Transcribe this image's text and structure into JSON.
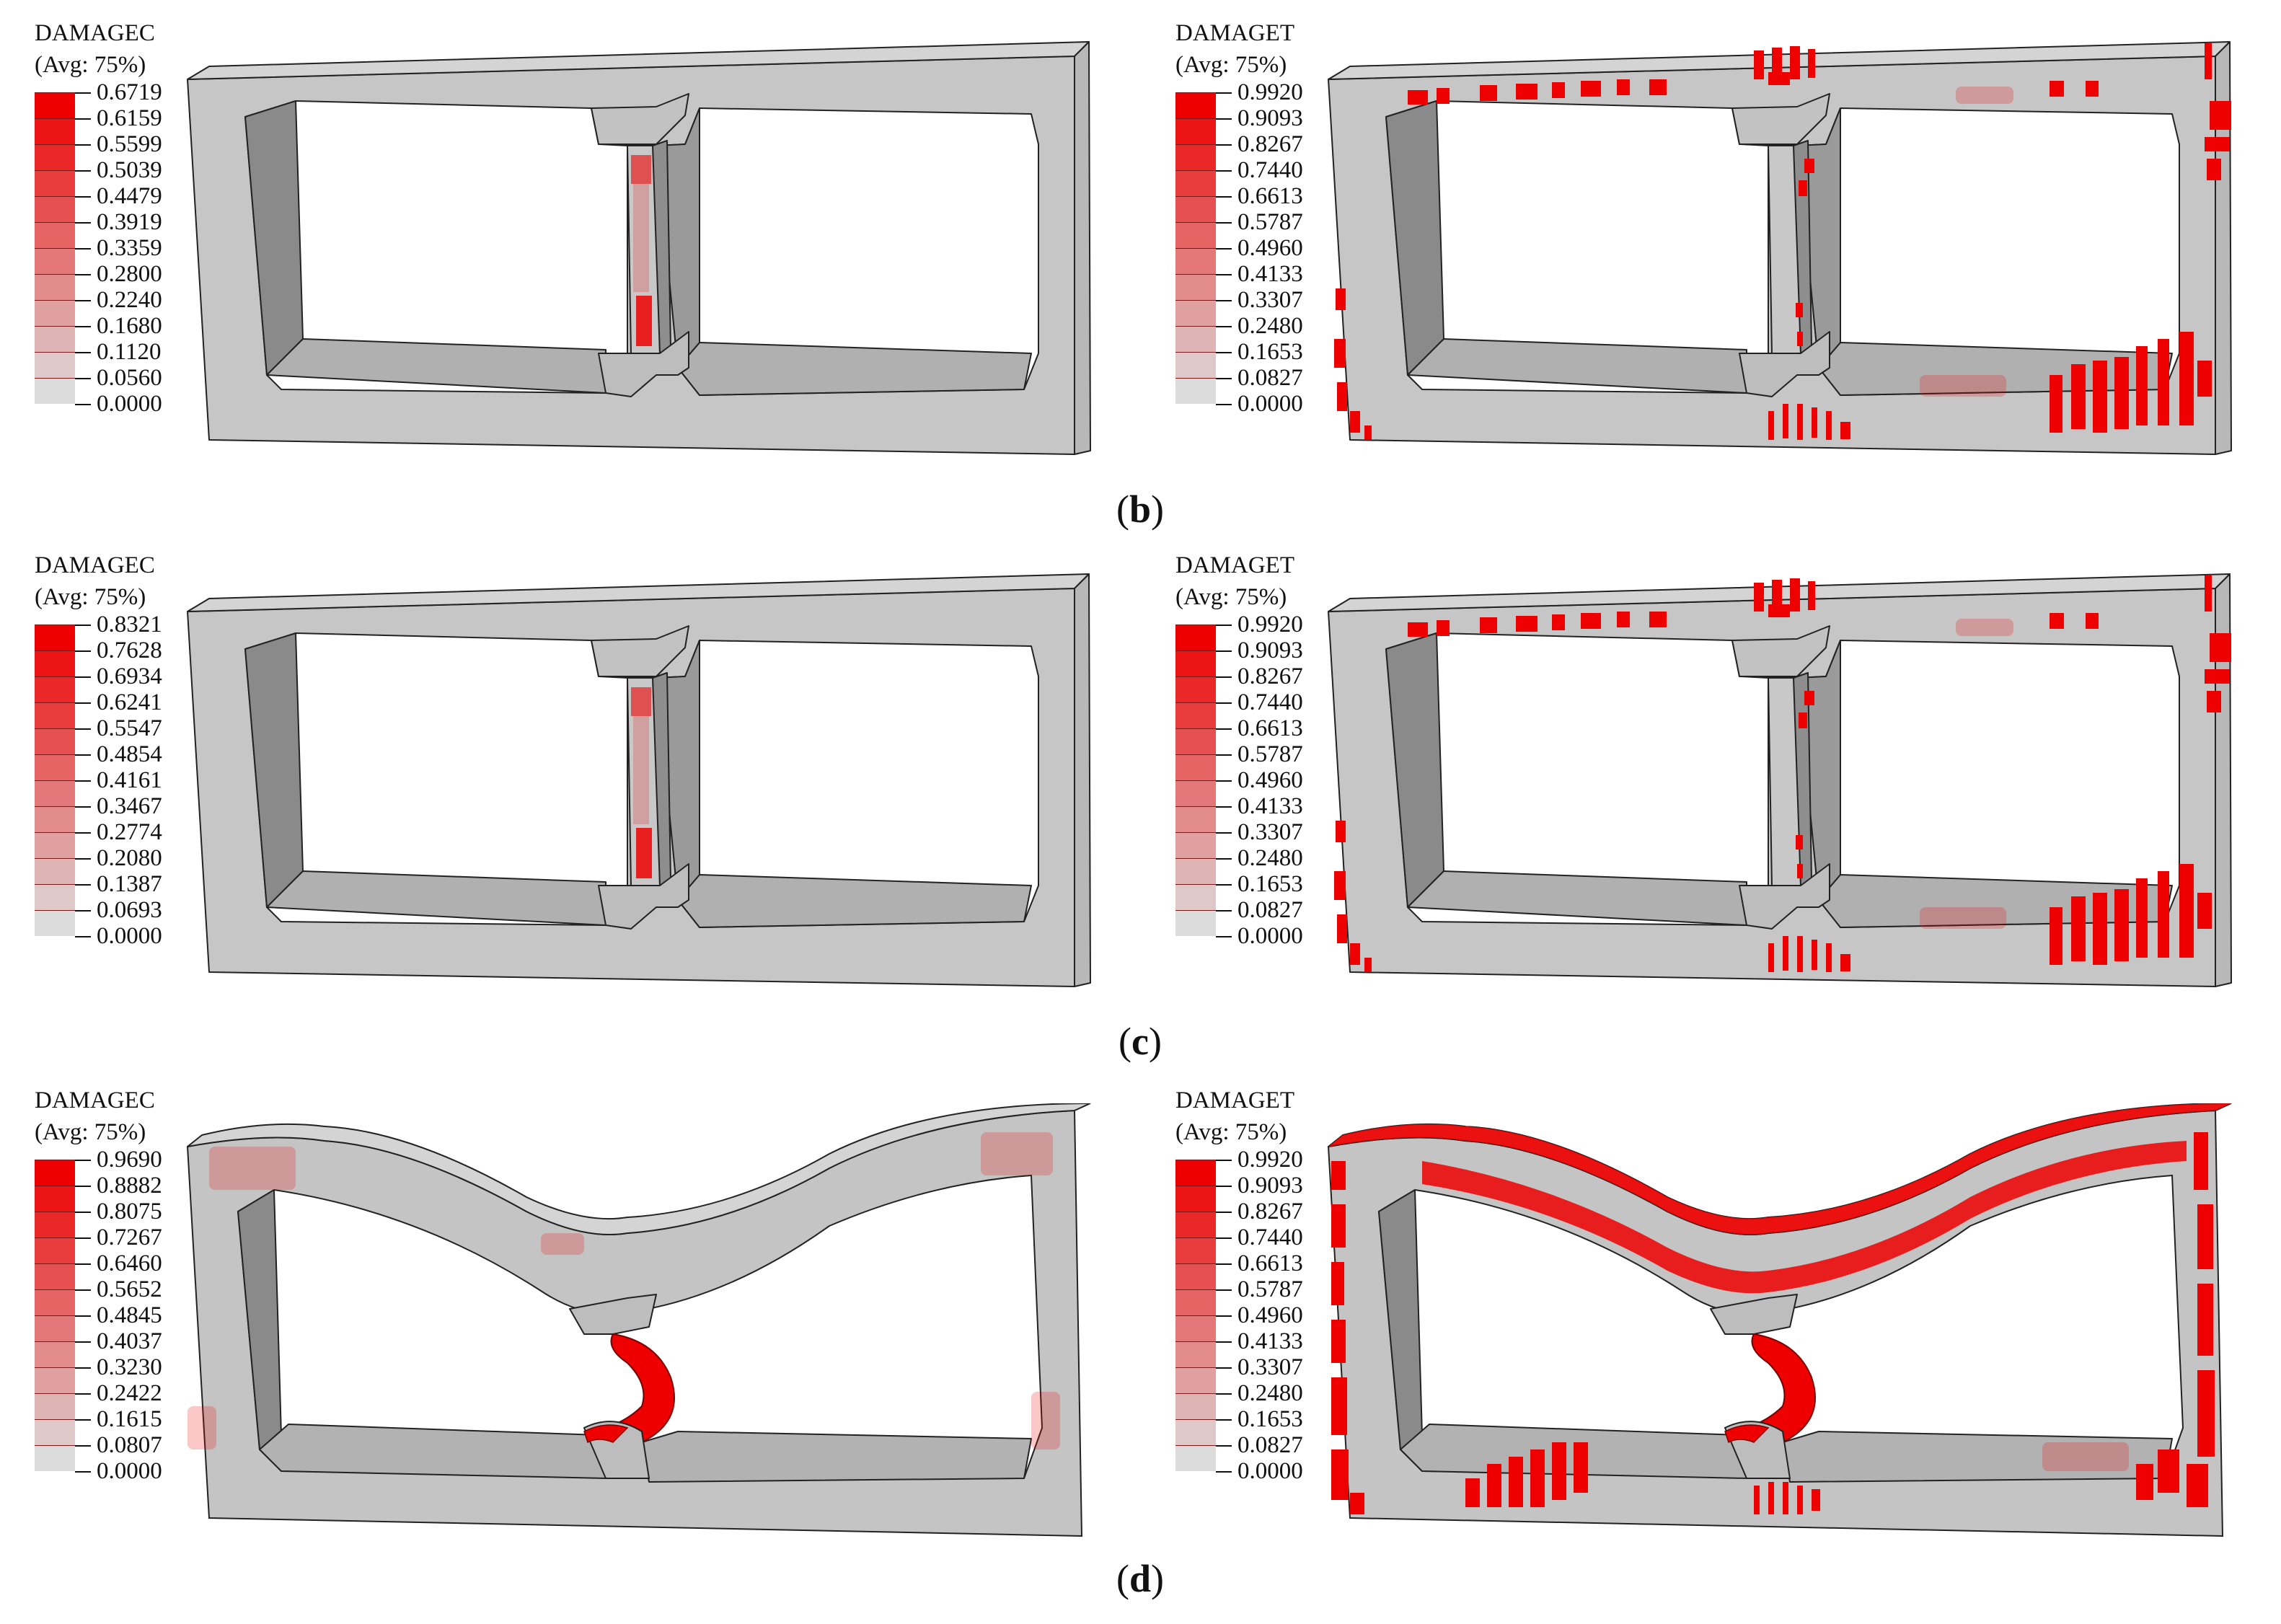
{
  "panels": [
    {
      "caption": "b",
      "left": {
        "title": "DAMAGEC",
        "subtitle": "(Avg: 75%)",
        "ticks": [
          "0.6719",
          "0.6159",
          "0.5599",
          "0.5039",
          "0.4479",
          "0.3919",
          "0.3359",
          "0.2800",
          "0.2240",
          "0.1680",
          "0.1120",
          "0.0560",
          "0.0000"
        ]
      },
      "right": {
        "title": "DAMAGET",
        "subtitle": "(Avg: 75%)",
        "ticks": [
          "0.9920",
          "0.9093",
          "0.8267",
          "0.7440",
          "0.6613",
          "0.5787",
          "0.4960",
          "0.4133",
          "0.3307",
          "0.2480",
          "0.1653",
          "0.0827",
          "0.0000"
        ]
      }
    },
    {
      "caption": "c",
      "left": {
        "title": "DAMAGEC",
        "subtitle": "(Avg: 75%)",
        "ticks": [
          "0.8321",
          "0.7628",
          "0.6934",
          "0.6241",
          "0.5547",
          "0.4854",
          "0.4161",
          "0.3467",
          "0.2774",
          "0.2080",
          "0.1387",
          "0.0693",
          "0.0000"
        ]
      },
      "right": {
        "title": "DAMAGET",
        "subtitle": "(Avg: 75%)",
        "ticks": [
          "0.9920",
          "0.9093",
          "0.8267",
          "0.7440",
          "0.6613",
          "0.5787",
          "0.4960",
          "0.4133",
          "0.3307",
          "0.2480",
          "0.1653",
          "0.0827",
          "0.0000"
        ]
      }
    },
    {
      "caption": "d",
      "left": {
        "title": "DAMAGEC",
        "subtitle": "(Avg: 75%)",
        "ticks": [
          "0.9690",
          "0.8882",
          "0.8075",
          "0.7267",
          "0.6460",
          "0.5652",
          "0.4845",
          "0.4037",
          "0.3230",
          "0.2422",
          "0.1615",
          "0.0807",
          "0.0000"
        ]
      },
      "right": {
        "title": "DAMAGET",
        "subtitle": "(Avg: 75%)",
        "ticks": [
          "0.9920",
          "0.9093",
          "0.8267",
          "0.7440",
          "0.6613",
          "0.5787",
          "0.4960",
          "0.4133",
          "0.3307",
          "0.2480",
          "0.1653",
          "0.0827",
          "0.0000"
        ]
      }
    }
  ],
  "colors": {
    "damage_max": "#ee0000",
    "damage_min": "#dcdcdc",
    "concrete_face": "#c4c4c4",
    "concrete_inner": "#8a8a8a",
    "concrete_top": "#d6d6d6",
    "edge": "#222222"
  }
}
